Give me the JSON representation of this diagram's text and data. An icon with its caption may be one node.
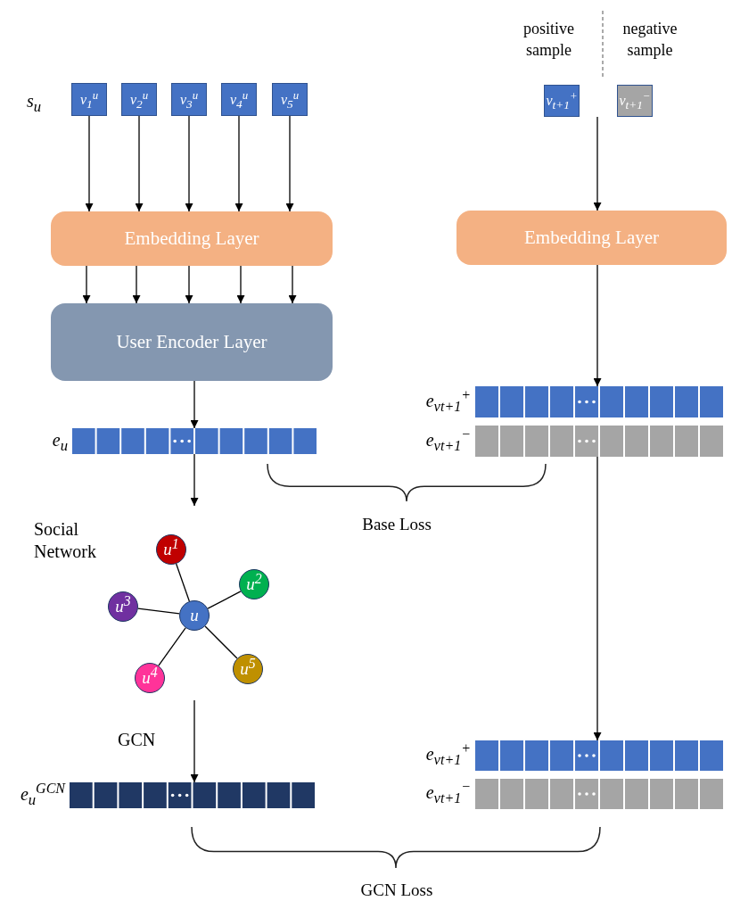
{
  "diagram": {
    "nodes": [
      {
        "text": [
          "v$_{1}$$^{u}$"
        ]
      },
      {
        "text": [
          "v$_{2}$$^{u}$"
        ]
      },
      {
        "text": [
          "v$_{3}$$^{u}$"
        ]
      },
      {
        "text": [
          "v$_{4}$$^{u}$"
        ]
      },
      {
        "text": [
          "v$_{5}$$^{u}$"
        ]
      },
      {
        "text": [
          "v$_{t+1}$$^{+}$"
        ]
      },
      {
        "text": [
          "v$_{t+1}$$^{−}$"
        ]
      },
      {
        "text": [
          "Embedding  Layer"
        ]
      },
      {
        "text": [
          "User Encoder Layer"
        ]
      },
      {
        "text": [
          "Embedding  Layer"
        ]
      },
      {
        "text": [],
        "shape": "bar",
        "beside": [
          "e$_{u}$"
        ]
      },
      {
        "text": [],
        "shape": "bar",
        "beside": [
          "e$_{v}$$_{t+1}$$^{+}$"
        ]
      },
      {
        "text": [],
        "shape": "bar",
        "beside": [
          "e$_{v}$$_{t+1}$$^{−}$"
        ]
      },
      {
        "text": [
          "Social Network"
        ]
      },
      {
        "text": [
          "u"
        ],
        "in": 13
      },
      {
        "text": [
          "u$^{1}$"
        ],
        "in": 13
      },
      {
        "text": [
          "u$^{2}$"
        ],
        "in": 13
      },
      {
        "text": [
          "u$^{3}$"
        ],
        "in": 13
      },
      {
        "text": [
          "u$^{4}$"
        ],
        "in": 13
      },
      {
        "text": [
          "u$^{5}$"
        ],
        "in": 13
      },
      {
        "text": [],
        "shape": "bar",
        "beside": [
          "e$_{u}$$^{GCN}$"
        ]
      },
      {
        "text": [],
        "shape": "bar",
        "beside": [
          "e$_{v}$$_{t+1}$$^{+}$"
        ]
      },
      {
        "text": [],
        "shape": "bar",
        "beside": [
          "e$_{v}$$_{t+1}$$^{−}$"
        ]
      }
    ],
    "edges": [
      {
        "from": 0,
        "to": 7,
        "arrow": "to"
      },
      {
        "from": 1,
        "to": 7,
        "arrow": "to"
      },
      {
        "from": 2,
        "to": 7,
        "arrow": "to"
      },
      {
        "from": 3,
        "to": 7,
        "arrow": "to"
      },
      {
        "from": 4,
        "to": 7,
        "arrow": "to"
      },
      {
        "from": 7,
        "to": 8,
        "arrow": "to"
      },
      {
        "from": 7,
        "to": 8,
        "arrow": "to"
      },
      {
        "from": 7,
        "to": 8,
        "arrow": "to"
      },
      {
        "from": 7,
        "to": 8,
        "arrow": "to"
      },
      {
        "from": 7,
        "to": 8,
        "arrow": "to"
      },
      {
        "from": 5,
        "to": 9,
        "arrow": "to"
      },
      {
        "from": 8,
        "to": 10,
        "arrow": "to"
      },
      {
        "from": 9,
        "to": 11,
        "arrow": "to"
      },
      {
        "from": 10,
        "to": 13,
        "arrow": "to"
      },
      {
        "from": 14,
        "to": 15,
        "arrow": "none"
      },
      {
        "from": 14,
        "to": 16,
        "arrow": "none"
      },
      {
        "from": 14,
        "to": 17,
        "arrow": "none"
      },
      {
        "from": 14,
        "to": 18,
        "arrow": "none"
      },
      {
        "from": 14,
        "to": 19,
        "arrow": "none"
      },
      {
        "from": 13,
        "to": 20,
        "label": "GCN",
        "arrow": "to"
      },
      {
        "from": 12,
        "to": 21,
        "arrow": "to"
      }
    ],
    "labels": [
      "positive sample",
      "negative sample",
      "s$_{u}$",
      "Base Loss",
      "GCN Loss"
    ]
  }
}
